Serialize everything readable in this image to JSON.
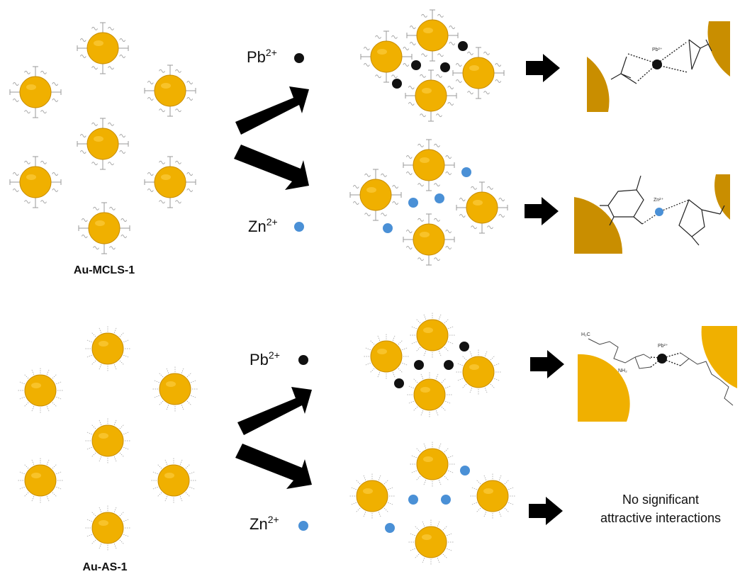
{
  "labels": {
    "top_material": "Au-MCLS-1",
    "bottom_material": "Au-AS-1",
    "pb_base": "Pb",
    "zn_base": "Zn",
    "charge": "2+",
    "pb_small": "Pb²⁺",
    "zn_small": "Zn²⁺",
    "no_interaction_line1": "No significant",
    "no_interaction_line2": "attractive interactions",
    "h2c": "H₂C",
    "nh2": "NH₂"
  },
  "colors": {
    "gold": "#f0b000",
    "gold_dark": "#c98e00",
    "pb": "#111111",
    "zn": "#4a90d6",
    "arrow": "#000000",
    "ligand": "#9a9a9a",
    "chem": "#222222"
  },
  "icons": {
    "nanoparticle": "gold-nanoparticle-icon",
    "pb_ion": "lead-ion-dot-icon",
    "zn_ion": "zinc-ion-dot-icon",
    "arrow": "block-arrow-icon"
  }
}
